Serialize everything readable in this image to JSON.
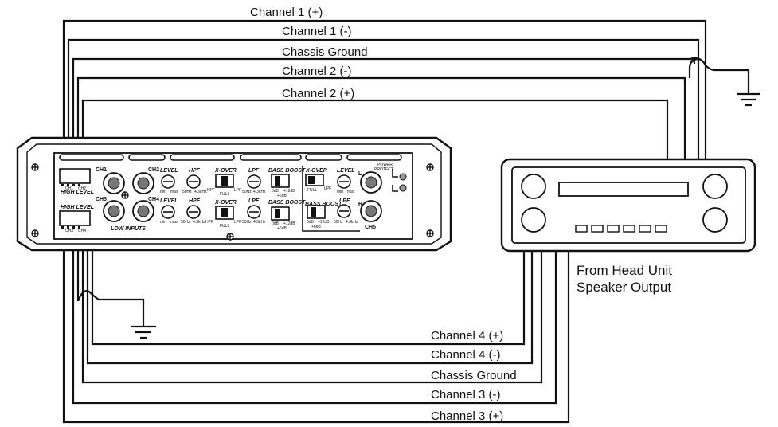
{
  "top_wires": [
    "Channel 1 (+)",
    "Channel 1 (-)",
    "Chassis Ground",
    "Channel 2 (-)",
    "Channel 2 (+)"
  ],
  "bottom_wires": [
    "Channel 4 (+)",
    "Channel 4 (-)",
    "Chassis Ground",
    "Channel 3 (-)",
    "Channel 3 (+)"
  ],
  "head_unit": {
    "caption_line1": "From Head Unit",
    "caption_line2": "Speaker Output"
  },
  "amplifier": {
    "ch1": "CH1",
    "ch2": "CH2",
    "ch3": "CH3",
    "ch4": "CH4",
    "ch5": "CH5",
    "level": "LEVEL",
    "hpf": "HPF",
    "lpf": "LPF",
    "xover": "X-OVER",
    "bass_boost": "BASS BOOST",
    "high_level": "HIGH LEVEL",
    "low_inputs": "LOW INPUTS",
    "ch1_small": "CH1",
    "ch2_small": "CH2",
    "ch3_small": "CH3",
    "ch4_small": "CH4",
    "min": "min",
    "max": "max",
    "hz50": "50Hz",
    "khz43": "4.3kHz",
    "full": "FULL",
    "hpf_small": "HPF",
    "lpf_small": "LPF",
    "db0": "0dB",
    "db6": "+6dB",
    "db12": "+12dB",
    "power": "POWER",
    "protect": "PROTECT",
    "l": "L",
    "r": "R"
  }
}
